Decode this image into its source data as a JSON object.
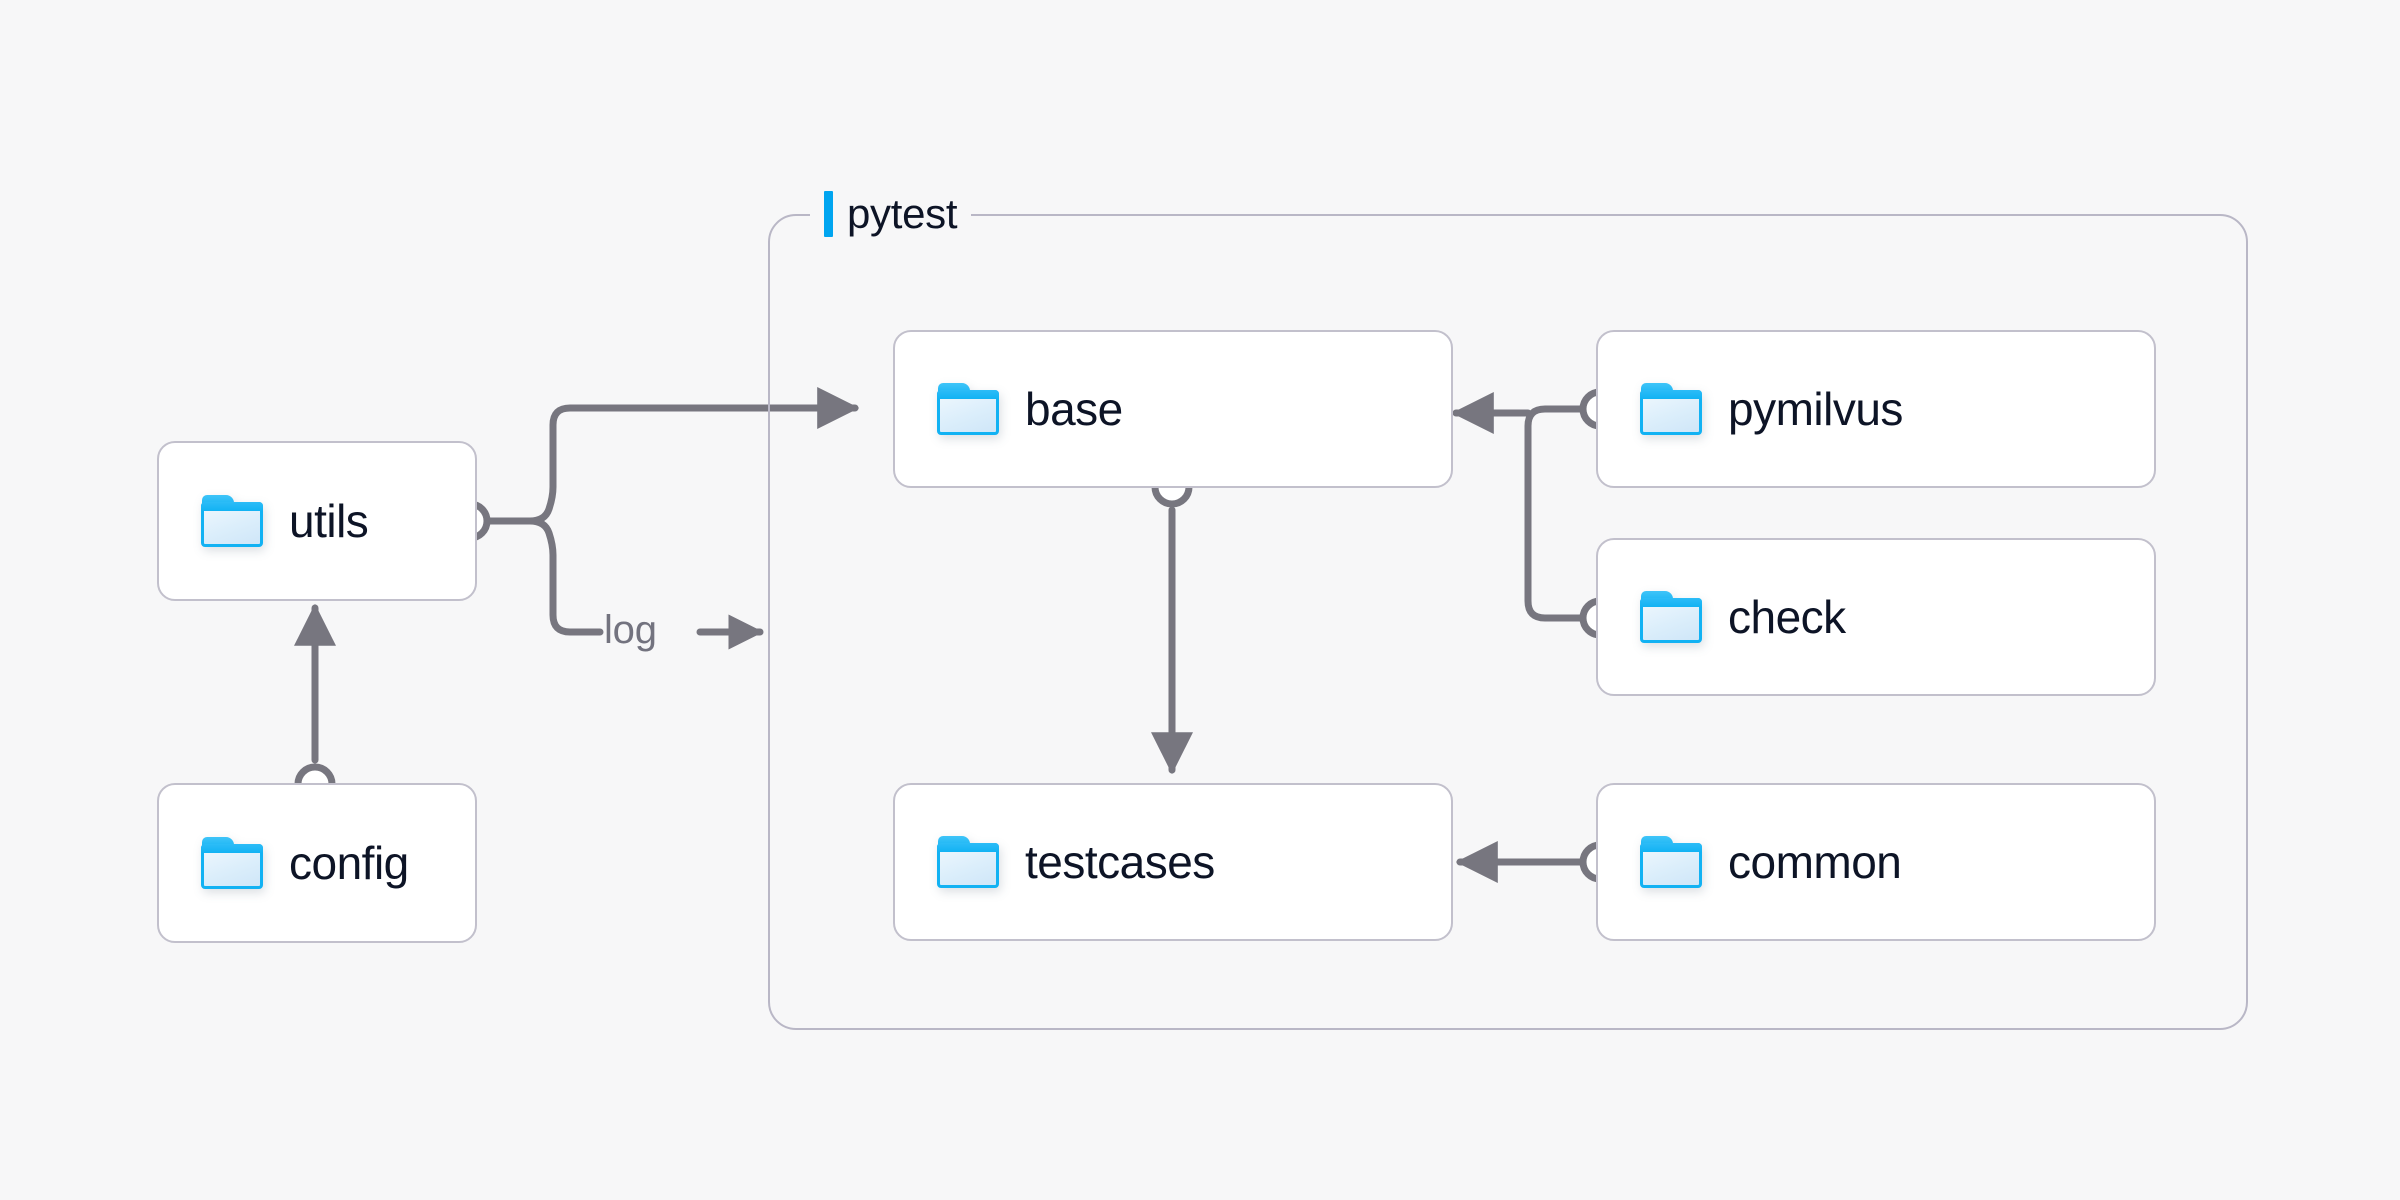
{
  "diagram": {
    "title_text": "pytest",
    "background_color": "#f7f7f8",
    "accent_color": "#00a5f0",
    "node_text_color": "#0d1426",
    "edge_color": "#77767f",
    "border_color": "#c2c0cc",
    "folder_icon_color": "#12b2f3"
  },
  "group": {
    "name": "pytest",
    "label": "pytest",
    "icon": "accent-bar"
  },
  "nodes": [
    {
      "id": "utils",
      "label": "utils",
      "icon": "folder-icon",
      "inside_group": false
    },
    {
      "id": "config",
      "label": "config",
      "icon": "folder-icon",
      "inside_group": false
    },
    {
      "id": "base",
      "label": "base",
      "icon": "folder-icon",
      "inside_group": true
    },
    {
      "id": "testcases",
      "label": "testcases",
      "icon": "folder-icon",
      "inside_group": true
    },
    {
      "id": "pymilvus",
      "label": "pymilvus",
      "icon": "folder-icon",
      "inside_group": true
    },
    {
      "id": "check",
      "label": "check",
      "icon": "folder-icon",
      "inside_group": true
    },
    {
      "id": "common",
      "label": "common",
      "icon": "folder-icon",
      "inside_group": true
    }
  ],
  "edges": [
    {
      "from": "utils",
      "to": "base",
      "label": "",
      "arrow": "to"
    },
    {
      "from": "utils",
      "to": "pytest",
      "label": "log",
      "arrow": "to"
    },
    {
      "from": "config",
      "to": "utils",
      "label": "",
      "arrow": "to"
    },
    {
      "from": "base",
      "to": "testcases",
      "label": "",
      "arrow": "to"
    },
    {
      "from": "pymilvus",
      "to": "base",
      "label": "",
      "arrow": "to"
    },
    {
      "from": "check",
      "to": "base",
      "label": "",
      "arrow": "to"
    },
    {
      "from": "common",
      "to": "testcases",
      "label": "",
      "arrow": "to"
    }
  ],
  "edge_labels": {
    "log": "log"
  }
}
